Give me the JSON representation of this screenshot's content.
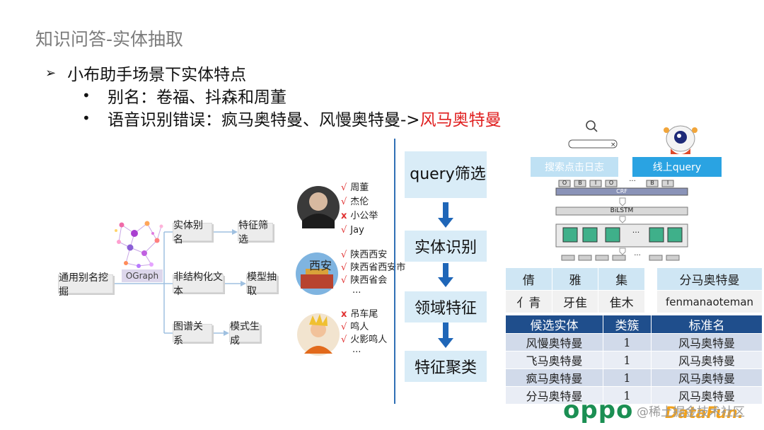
{
  "slide": {
    "title": "知识问答-实体抽取",
    "bullet_main": "小布助手场景下实体特点",
    "bullet_alias": "别名：卷福、抖森和周董",
    "bullet_asr_prefix": "语音识别错误：疯马奥特曼、风慢奥特曼->",
    "bullet_asr_target": "风马奥特曼"
  },
  "left_diagram": {
    "graph_label": "OGraph",
    "root": "通用别名挖掘",
    "branches": [
      {
        "method": "实体别名",
        "result": "特征筛选"
      },
      {
        "method": "非结构化文本",
        "result": "模型抽取"
      },
      {
        "method": "图谱关系",
        "result": "模式生成"
      }
    ]
  },
  "examples": {
    "group1": [
      {
        "mark": "√",
        "text": "周董"
      },
      {
        "mark": "√",
        "text": "杰伦"
      },
      {
        "mark": "x",
        "text": "小公举"
      },
      {
        "mark": "√",
        "text": "Jay"
      }
    ],
    "group2": [
      {
        "mark": "√",
        "text": "陕西西安"
      },
      {
        "mark": "√",
        "text": "陕西省西安市"
      },
      {
        "mark": "√",
        "text": "陕西省会"
      },
      {
        "mark": "",
        "text": "···"
      }
    ],
    "group3": [
      {
        "mark": "x",
        "text": "吊车尾"
      },
      {
        "mark": "√",
        "text": "鸣人"
      },
      {
        "mark": "√",
        "text": "火影鸣人"
      },
      {
        "mark": "",
        "text": "···"
      }
    ]
  },
  "flow": {
    "step1": "query筛选",
    "step2": "实体识别",
    "step3": "领域特征",
    "step4": "特征聚类"
  },
  "model": {
    "log_label": "搜索点击日志",
    "online_label": "线上query",
    "crf_label": "CRF",
    "bilstm_label": "BiLSTM",
    "tags": [
      "O",
      "B",
      "I",
      "O",
      "···",
      "B",
      "I"
    ],
    "ellipsis": "···"
  },
  "char_table": {
    "heads": [
      "倩",
      "雅",
      "集"
    ],
    "parts": [
      "亻青",
      "牙隹",
      "隹木"
    ],
    "query": "分马奥特曼",
    "pinyin": "fenmanaoteman"
  },
  "entity_table": {
    "columns": [
      "候选实体",
      "类簇",
      "标准名"
    ],
    "rows": [
      [
        "风慢奥特曼",
        "1",
        "风马奥特曼"
      ],
      [
        "飞马奥特曼",
        "1",
        "风马奥特曼"
      ],
      [
        "疯马奥特曼",
        "1",
        "风马奥特曼"
      ],
      [
        "分马奥特曼",
        "1",
        "风马奥特曼"
      ]
    ]
  },
  "footer": {
    "brand": "oppo",
    "watermark": "@稀土掘金技术社区",
    "watermark2": "DataFun."
  },
  "colors": {
    "accent_blue": "#2f6fb5",
    "table_header": "#1f4e8c",
    "red": "#e02020",
    "oppo_green": "#1b8f53"
  }
}
